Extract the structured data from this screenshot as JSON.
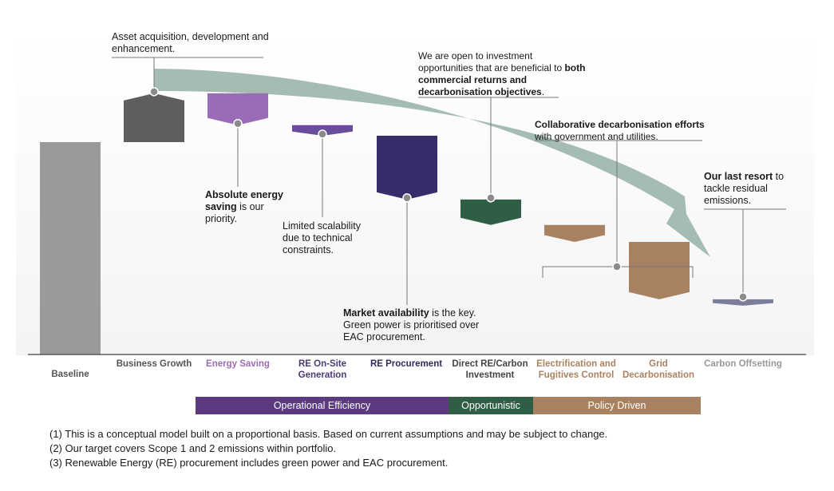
{
  "chart_data": {
    "type": "waterfall",
    "categories": [
      {
        "label": "Baseline",
        "color": "#9a9a9a",
        "label_color": "#555555"
      },
      {
        "label": "Business Growth",
        "color": "#5e5e5e",
        "label_color": "#555555"
      },
      {
        "label": "Energy Saving",
        "color": "#9b6cb6",
        "label_color": "#9b6cb6"
      },
      {
        "label": "RE On-Site Generation",
        "color": "#6a4c9c",
        "label_color": "#4b3a7a"
      },
      {
        "label": "RE Procurement",
        "color": "#372d6b",
        "label_color": "#2f2a5e"
      },
      {
        "label": "Direct RE/Carbon Investment",
        "color": "#2f5e44",
        "label_color": "#444444"
      },
      {
        "label": "Electrification and Fugitives Control",
        "color": "#a88260",
        "label_color": "#a88260"
      },
      {
        "label": "Grid Decarbonisation",
        "color": "#a88260",
        "label_color": "#a88260"
      },
      {
        "label": "Carbon Offsetting",
        "color": "#7d7d9c",
        "label_color": "#999999"
      }
    ],
    "values": [
      100,
      23,
      -15,
      -5,
      -30,
      -12,
      -8,
      -27,
      -3
    ],
    "arrow": {
      "color": "#9fb8ad"
    }
  },
  "annotations": {
    "asset": "Asset acquisition, development and enhancement.",
    "invest_pre": "We are open to investment opportunities that are beneficial to ",
    "invest_bold": "both commercial returns and decarbonisation objectives",
    "invest_post": ".",
    "collab_bold": "Collaborative decarbonisation efforts",
    "collab_post": " with government and utilities.",
    "resort_bold": "Our last resort",
    "resort_post": " to tackle residual emissions.",
    "energy_bold": "Absolute energy saving",
    "energy_post": " is our priority.",
    "onsite": "Limited scalability due to technical constraints.",
    "market_bold": "Market availability",
    "market_post": " is the key. Green power is prioritised over EAC procurement."
  },
  "bands": [
    {
      "label": "Operational Efficiency",
      "color": "#5b3a80"
    },
    {
      "label": "Opportunistic",
      "color": "#2f5e44"
    },
    {
      "label": "Policy Driven",
      "color": "#a88260"
    }
  ],
  "notes": [
    "(1) This is a conceptual model built on a proportional basis. Based on current assumptions and may be subject to change.",
    "(2) Our target covers Scope 1 and 2 emissions within portfolio.",
    "(3) Renewable Energy (RE) procurement includes green power and EAC procurement."
  ]
}
